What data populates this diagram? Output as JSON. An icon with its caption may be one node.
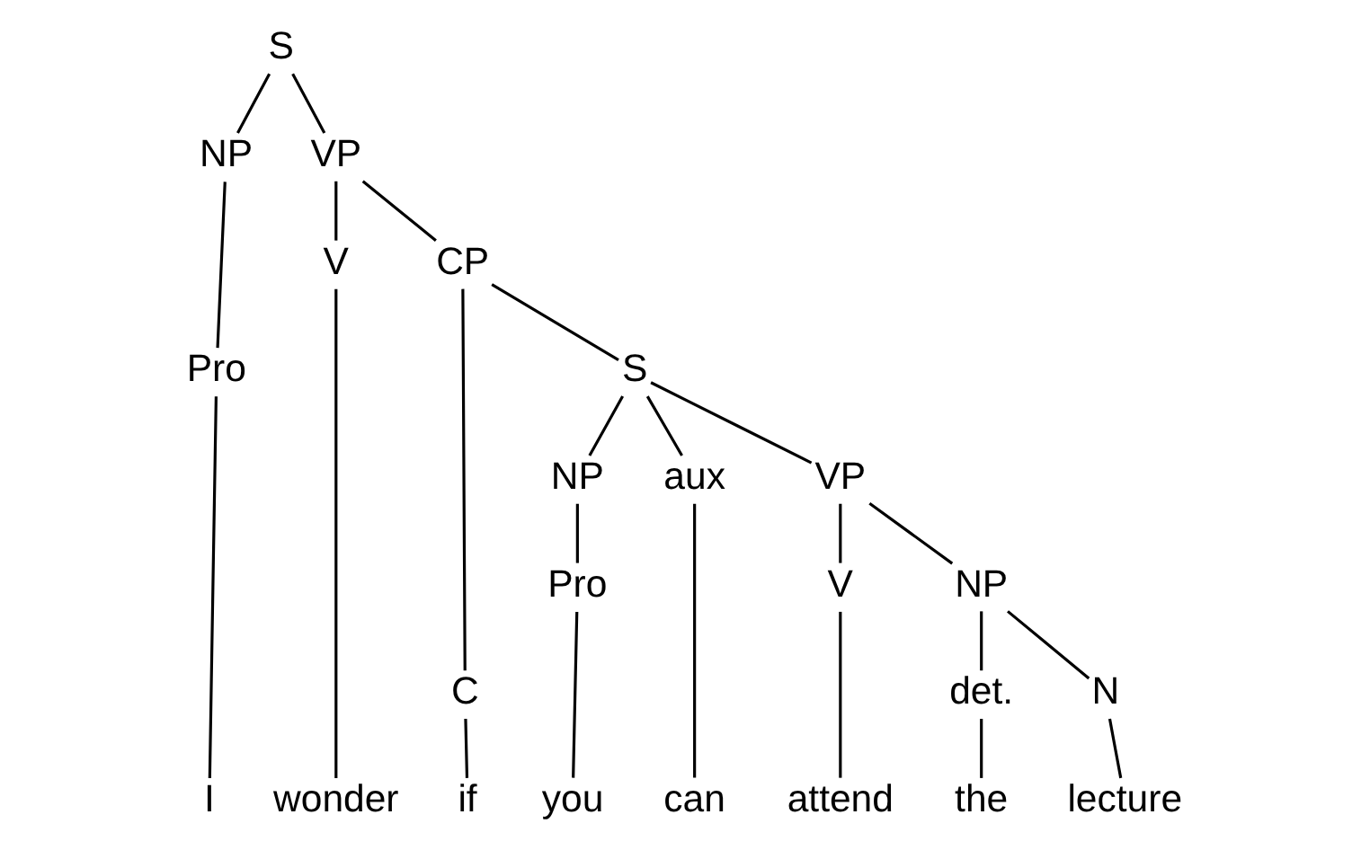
{
  "diagram": {
    "nodes": [
      {
        "text": [
          "S"
        ]
      },
      {
        "text": [
          "NP"
        ]
      },
      {
        "text": [
          "VP"
        ]
      },
      {
        "text": [
          "Pro"
        ]
      },
      {
        "text": [
          "V"
        ]
      },
      {
        "text": [
          "CP"
        ]
      },
      {
        "text": [
          "C"
        ]
      },
      {
        "text": [
          "S"
        ]
      },
      {
        "text": [
          "NP"
        ]
      },
      {
        "text": [
          "aux"
        ]
      },
      {
        "text": [
          "VP"
        ]
      },
      {
        "text": [
          "Pro"
        ]
      },
      {
        "text": [
          "V"
        ]
      },
      {
        "text": [
          "NP"
        ]
      },
      {
        "text": [
          "det."
        ]
      },
      {
        "text": [
          "N"
        ]
      },
      {
        "text": [
          "I"
        ]
      },
      {
        "text": [
          "wonder"
        ]
      },
      {
        "text": [
          "if"
        ]
      },
      {
        "text": [
          "you"
        ]
      },
      {
        "text": [
          "can"
        ]
      },
      {
        "text": [
          "attend"
        ]
      },
      {
        "text": [
          "the"
        ]
      },
      {
        "text": [
          "lecture"
        ]
      }
    ],
    "edges": [
      {
        "from": 0,
        "to": 1,
        "arrow": "none"
      },
      {
        "from": 0,
        "to": 2,
        "arrow": "none"
      },
      {
        "from": 1,
        "to": 3,
        "arrow": "none"
      },
      {
        "from": 2,
        "to": 4,
        "arrow": "none"
      },
      {
        "from": 2,
        "to": 5,
        "arrow": "none"
      },
      {
        "from": 3,
        "to": 16,
        "arrow": "none"
      },
      {
        "from": 4,
        "to": 17,
        "arrow": "none"
      },
      {
        "from": 5,
        "to": 6,
        "arrow": "none"
      },
      {
        "from": 5,
        "to": 7,
        "arrow": "none"
      },
      {
        "from": 6,
        "to": 18,
        "arrow": "none"
      },
      {
        "from": 7,
        "to": 8,
        "arrow": "none"
      },
      {
        "from": 7,
        "to": 9,
        "arrow": "none"
      },
      {
        "from": 7,
        "to": 10,
        "arrow": "none"
      },
      {
        "from": 8,
        "to": 11,
        "arrow": "none"
      },
      {
        "from": 11,
        "to": 19,
        "arrow": "none"
      },
      {
        "from": 9,
        "to": 20,
        "arrow": "none"
      },
      {
        "from": 10,
        "to": 12,
        "arrow": "none"
      },
      {
        "from": 10,
        "to": 13,
        "arrow": "none"
      },
      {
        "from": 12,
        "to": 21,
        "arrow": "none"
      },
      {
        "from": 13,
        "to": 14,
        "arrow": "none"
      },
      {
        "from": 13,
        "to": 15,
        "arrow": "none"
      },
      {
        "from": 14,
        "to": 22,
        "arrow": "none"
      },
      {
        "from": 15,
        "to": 23,
        "arrow": "none"
      }
    ]
  }
}
